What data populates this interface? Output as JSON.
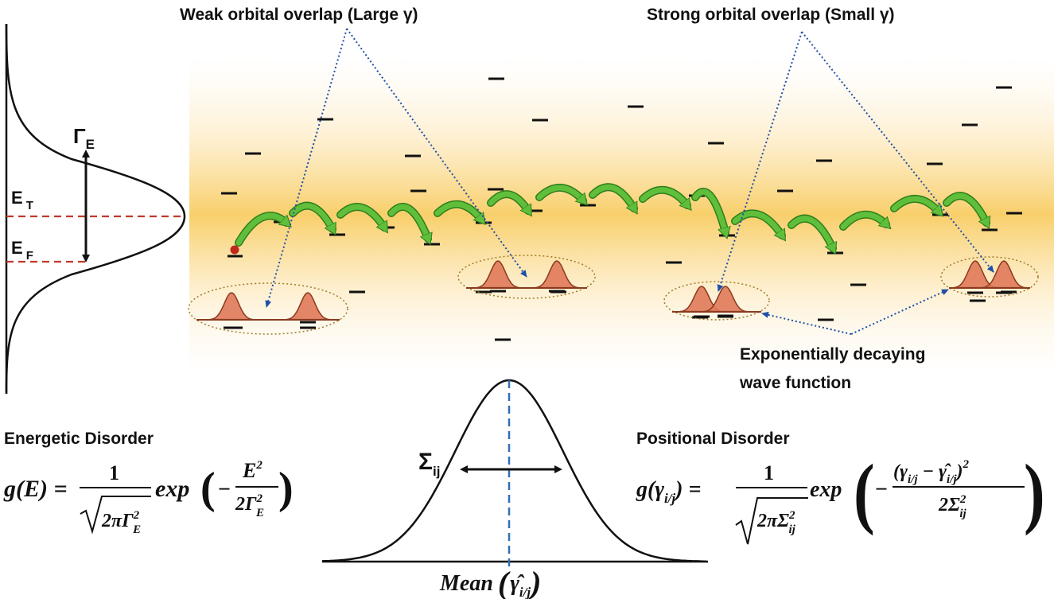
{
  "labels": {
    "weak_overlap": "Weak orbital overlap (Large γ)",
    "strong_overlap": "Strong orbital overlap (Small γ)",
    "decay_line1": "Exponentially decaying",
    "decay_line2": "wave function",
    "energetic_title": "Energetic Disorder",
    "positional_title": "Positional Disorder"
  },
  "dos_axis": {
    "gamma_E": "Γ",
    "gamma_E_sub": "E",
    "E_T": "E",
    "E_T_sub": "T",
    "E_F": "E",
    "E_F_sub": "F"
  },
  "energetic_formula": {
    "lhs": "g(E) =",
    "numerator": "1",
    "denominator": "2πΓ",
    "denominator_sup": "2",
    "denominator_sub": "E",
    "exp": "exp",
    "inner_num": "E",
    "inner_num_sup": "2",
    "inner_den": "2Γ",
    "inner_den_sup": "2",
    "inner_den_sub": "E"
  },
  "positional_formula": {
    "lhs": "g(γ",
    "lhs_sub": "i/j",
    "lhs_end": ") =",
    "numerator": "1",
    "denominator": "2πΣ",
    "denominator_sup": "2",
    "denominator_sub": "ij",
    "exp": "exp",
    "inner_num": "(γ",
    "inner_num_sub1": "i/j",
    "inner_num_mid": " − γ̂",
    "inner_num_sub2": "i/j",
    "inner_num_end": ")",
    "inner_num_sup": "2",
    "inner_den": "2Σ",
    "inner_den_sup": "2",
    "inner_den_sub": "ij"
  },
  "gaussian": {
    "sigma": "Σ",
    "sigma_sub": "ij",
    "mean_label": "Mean",
    "mean_paren_open": "(",
    "mean_symbol": "γ̂",
    "mean_sub": "i/j",
    "mean_paren_close": ")"
  },
  "colors": {
    "band": "#f8cf6a",
    "hop_arrow": "#5fbf3a",
    "hop_arrow_dark": "#2f7d1e",
    "orbital_fill": "#e07a5a",
    "orbital_line": "#8b3a1f",
    "dashed_red": "#c0392b",
    "dotted_blue": "#1f4fa8",
    "mean_line": "#2f6fb7",
    "carrier": "#c0281c"
  }
}
